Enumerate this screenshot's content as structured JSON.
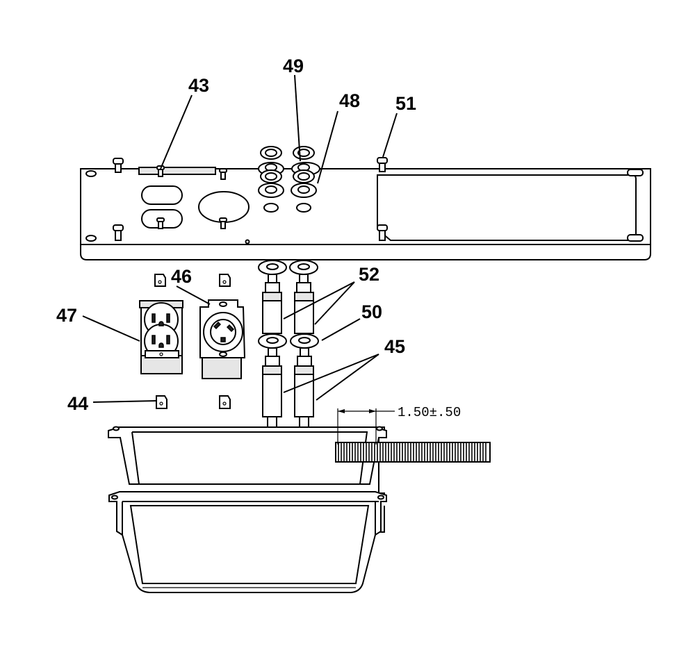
{
  "callouts": {
    "c43": "43",
    "c44": "44",
    "c45": "45",
    "c46": "46",
    "c47": "47",
    "c48": "48",
    "c49": "49",
    "c50": "50",
    "c51": "51",
    "c52": "52"
  },
  "dimension": "1.50±.50"
}
